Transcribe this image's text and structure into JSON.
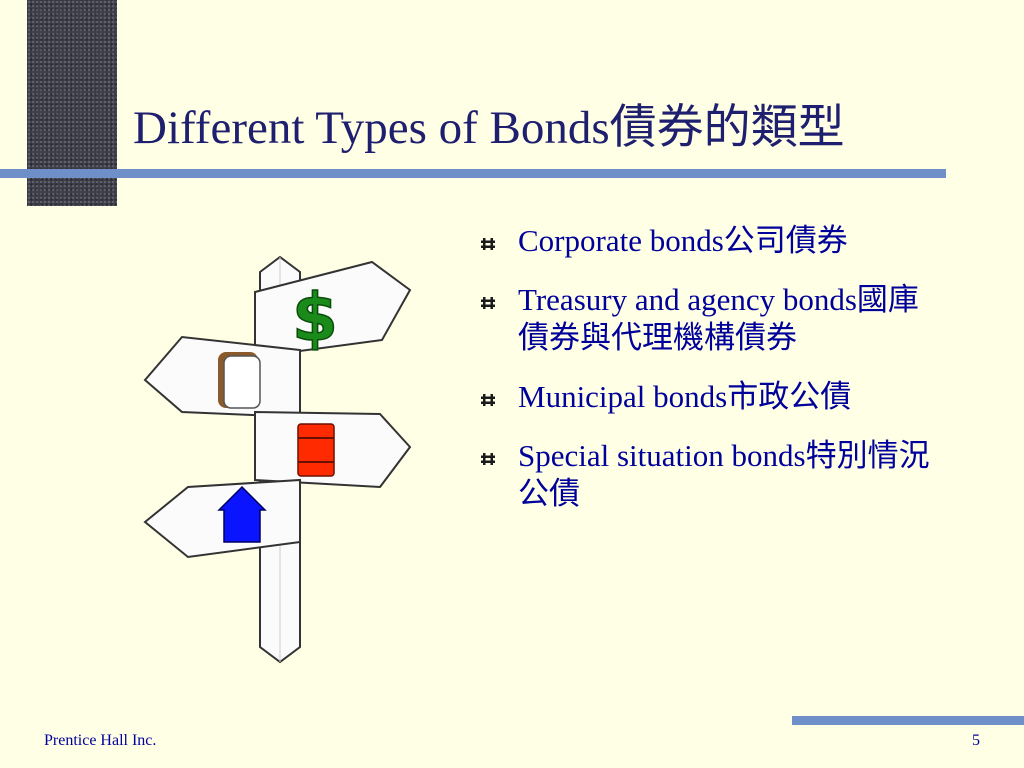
{
  "slide": {
    "title": "Different Types of Bonds債券的類型",
    "bullets": [
      {
        "text": "Corporate bonds公司債券"
      },
      {
        "text": "Treasury and agency bonds國庫債券與代理機構債券"
      },
      {
        "text": "Municipal bonds市政公債"
      },
      {
        "text": "Special situation bonds特別情況公債"
      }
    ],
    "footer": "Prentice Hall Inc.",
    "page_number": "5"
  },
  "signpost_signs": {
    "top": "$"
  },
  "colors": {
    "background": "#ffffe5",
    "title_text": "#1f1f6f",
    "body_text": "#00009a",
    "rule": "#6f8fc9",
    "dollar": "#1a8a1a",
    "barrel": "#ff2a00",
    "house": "#0a14ff"
  }
}
